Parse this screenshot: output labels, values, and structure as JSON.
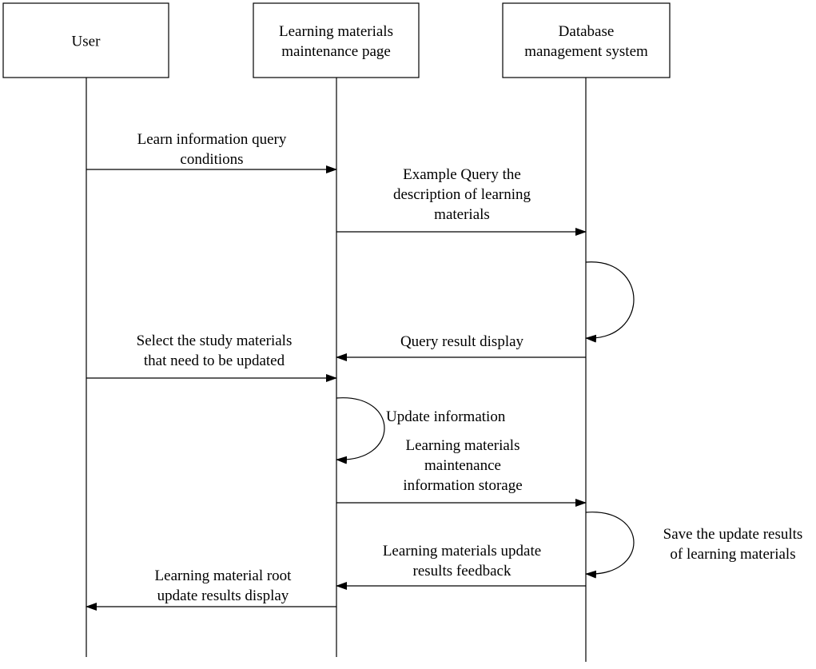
{
  "participants": [
    {
      "lines": [
        "User"
      ]
    },
    {
      "lines": [
        "Learning materials",
        "maintenance page"
      ]
    },
    {
      "lines": [
        "Database",
        "management system"
      ]
    }
  ],
  "messages": [
    {
      "from": 0,
      "to": 1,
      "lines": [
        "Learn information query",
        "conditions"
      ]
    },
    {
      "from": 1,
      "to": 2,
      "lines": [
        "Example Query the",
        "description of learning",
        "materials"
      ]
    },
    {
      "self": 2,
      "lines": []
    },
    {
      "from": 2,
      "to": 1,
      "lines": [
        "Query result display"
      ]
    },
    {
      "from": 0,
      "to": 1,
      "lines": [
        "Select the study materials",
        "that need to be updated"
      ]
    },
    {
      "self": 1,
      "lines": [
        "Update information"
      ]
    },
    {
      "from": 1,
      "to": 2,
      "lines": [
        "Learning materials",
        "maintenance",
        "information storage"
      ]
    },
    {
      "self": 2,
      "lines": [
        "Save the update results",
        "of learning materials"
      ]
    },
    {
      "from": 2,
      "to": 1,
      "lines": [
        "Learning materials update",
        "results feedback"
      ]
    },
    {
      "from": 1,
      "to": 0,
      "lines": [
        "Learning material root",
        "update results display"
      ]
    }
  ]
}
